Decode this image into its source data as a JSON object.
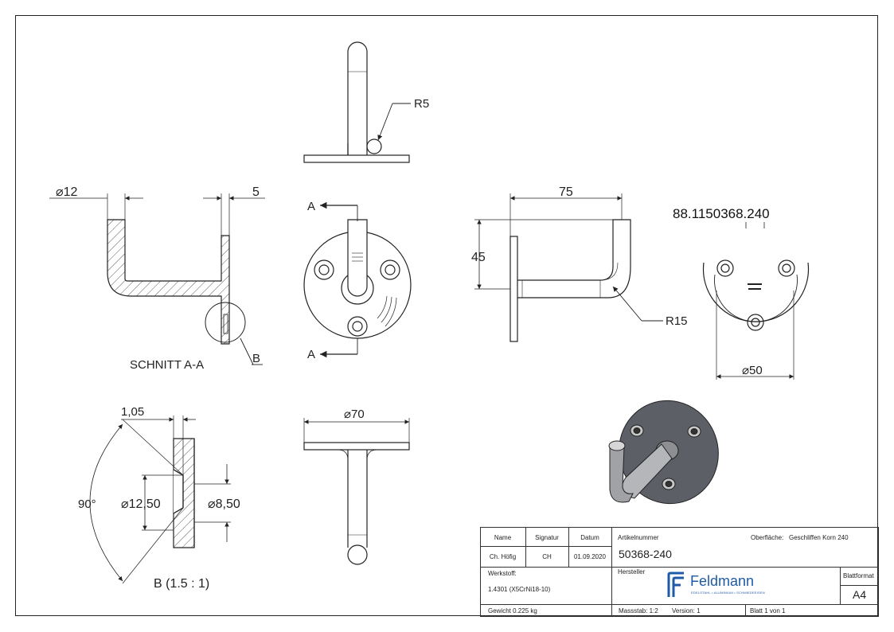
{
  "part_number_label": "88.1150368.240",
  "dimensions": {
    "d12": "⌀12",
    "d5": "5",
    "r5": "R5",
    "d75": "75",
    "d45": "45",
    "r15": "R15",
    "d50": "⌀50",
    "d70": "⌀70",
    "d105": "1,05",
    "d90": "90°",
    "d1250": "⌀12,50",
    "d850": "⌀8,50"
  },
  "labels": {
    "section": "SCHNITT A-A",
    "detail_b": "B",
    "detail_scale": "B (1.5 : 1)",
    "cut_a_top": "A",
    "cut_a_bottom": "A"
  },
  "title_block": {
    "col_name": "Name",
    "col_signatur": "Signatur",
    "col_datum": "Datum",
    "name": "Ch. Höfig",
    "signatur": "CH",
    "datum": "01.09.2020",
    "artikelnummer_label": "Artikelnummer",
    "artikelnummer": "50368-240",
    "oberflaeche_label": "Oberfläche:",
    "oberflaeche": "Geschliffen Korn 240",
    "werkstoff_label": "Werkstoff:",
    "werkstoff": "1.4301 (X5CrNi18-10)",
    "hersteller_label": "Hersteller",
    "brand": "Feldmann",
    "brand_tagline": "EDELSTAHL • ALUMINIUM • SCHMIEDEEISEN",
    "blattformat_label": "Blattformat",
    "blattformat": "A4",
    "gewicht": "Gewicht 0.225 kg",
    "massstab": "Massstab: 1:2",
    "version": "Version: 1",
    "blatt": "Blatt 1 von 1"
  },
  "colors": {
    "line": "#222222",
    "brand_blue": "#1f5aa6",
    "model_fill": "#5c5f66"
  }
}
